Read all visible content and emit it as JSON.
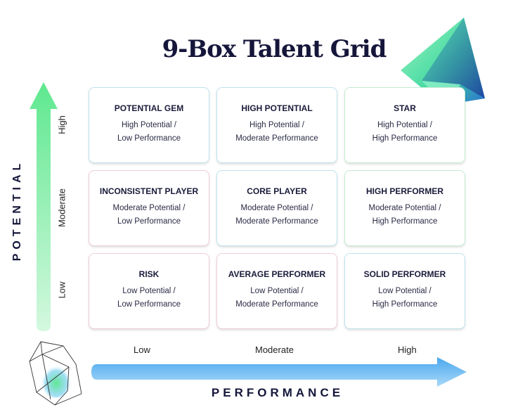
{
  "title": "9-Box Talent Grid",
  "y_axis": {
    "label": "POTENTIAL",
    "levels": [
      "High",
      "Moderate",
      "Low"
    ]
  },
  "x_axis": {
    "label": "PERFORMANCE",
    "levels": [
      "Low",
      "Moderate",
      "High"
    ]
  },
  "grid": [
    {
      "name": "POTENTIAL GEM",
      "line1": "High Potential /",
      "line2": "Low Performance"
    },
    {
      "name": "HIGH POTENTIAL",
      "line1": "High Potential /",
      "line2": "Moderate  Performance"
    },
    {
      "name": "STAR",
      "line1": "High Potential /",
      "line2": "High Performance"
    },
    {
      "name": "INCONSISTENT PLAYER",
      "line1": "Moderate Potential /",
      "line2": "Low Performance"
    },
    {
      "name": "CORE PLAYER",
      "line1": "Moderate Potential /",
      "line2": "Moderate  Performance"
    },
    {
      "name": "HIGH PERFORMER",
      "line1": "Moderate Potential /",
      "line2": "High Performance"
    },
    {
      "name": "RISK",
      "line1": "Low Potential /",
      "line2": "Low Performance"
    },
    {
      "name": "AVERAGE PERFORMER",
      "line1": "Low Potential /",
      "line2": "Moderate  Performance"
    },
    {
      "name": "SOLID PERFORMER",
      "line1": "Low Potential /",
      "line2": "High Performance"
    }
  ],
  "colors": {
    "vertical_arrow": "#7cf0a4",
    "horizontal_arrow": "#5ab8f0",
    "text": "#15163a"
  }
}
